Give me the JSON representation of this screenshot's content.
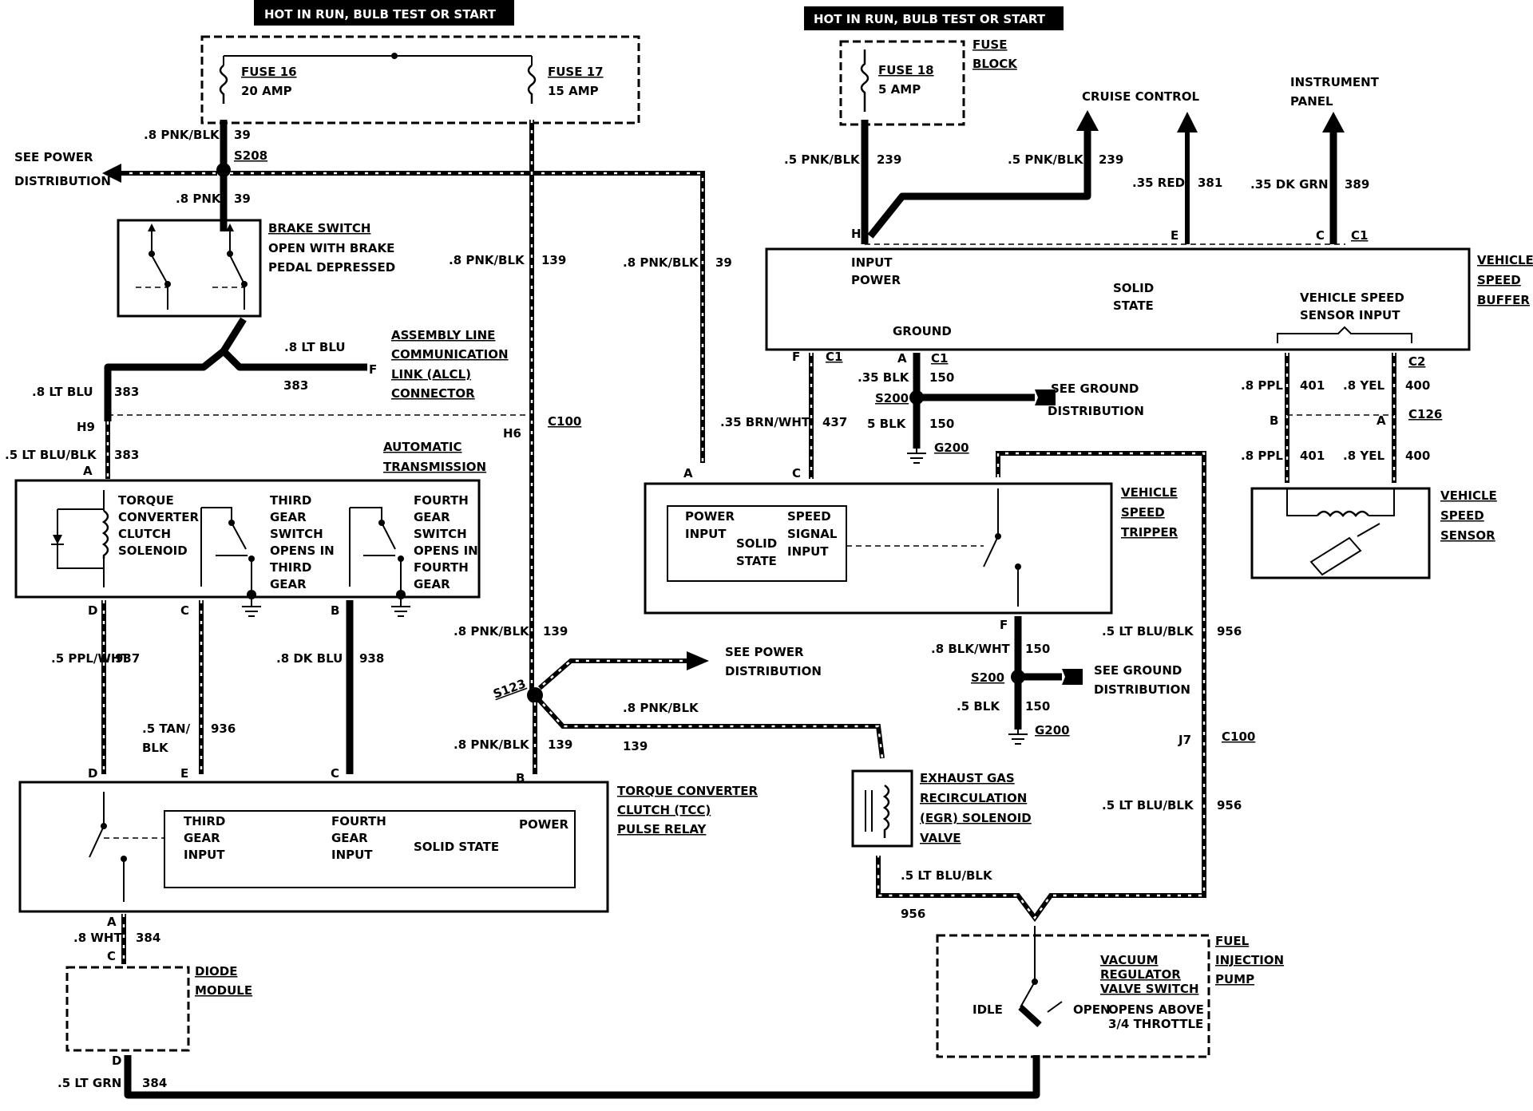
{
  "banners": {
    "left": "HOT IN RUN, BULB TEST OR START",
    "right": "HOT IN RUN, BULB TEST OR START"
  },
  "fuses": {
    "f16": {
      "name": "FUSE 16",
      "rating": "20 AMP"
    },
    "f17": {
      "name": "FUSE 17",
      "rating": "15 AMP"
    },
    "f18": {
      "name": "FUSE 18",
      "rating": "5 AMP"
    },
    "block_line1": "FUSE",
    "block_line2": "BLOCK"
  },
  "wires": {
    "w1": ".8 PNK/BLK",
    "n1": "39",
    "w2": ".8 PNK",
    "n2": "39",
    "w3": ".8 PNK/BLK",
    "n3": "139",
    "w4": ".8 PNK/BLK",
    "n4": "39",
    "w5": ".8 LT BLU",
    "n5": "383",
    "w6": ".8 LT BLU",
    "n6": "383",
    "w7": ".5 LT BLU/BLK",
    "n7": "383",
    "w8": ".5 PPL/WHT",
    "n8": "937",
    "w9a": ".5 TAN/",
    "w9b": "BLK",
    "n9": "936",
    "w10": ".8 DK BLU",
    "n10": "938",
    "w11": ".8 PNK/BLK",
    "n11": "139",
    "w12": ".8 PNK/BLK",
    "n12": "139",
    "w13": ".8 PNK/BLK",
    "n13": "139",
    "w14": ".8 WHT",
    "n14": "384",
    "w15": ".5 LT GRN",
    "n15": "384",
    "w16": ".5 PNK/BLK",
    "n16": "239",
    "w17": ".5 PNK/BLK",
    "n17": "239",
    "w18": ".35 RED",
    "n18": "381",
    "w19": ".35 DK GRN",
    "n19": "389",
    "w20": ".35 BRN/WHT",
    "n20": "437",
    "w21": ".35 BLK",
    "n21": "150",
    "w22": "5 BLK",
    "n22": "150",
    "w23": ".8 PPL",
    "n23": "401",
    "w24": ".8 YEL",
    "n24": "400",
    "w25": ".8 PPL",
    "n25": "401",
    "w26": ".8 YEL",
    "n26": "400",
    "w27": ".5 LT BLU/BLK",
    "n27": "956",
    "w28": ".8 BLK/WHT",
    "n28": "150",
    "w29": ".5 BLK",
    "n29": "150",
    "w30": ".5 LT BLU/BLK",
    "n30": "956",
    "w31": ".5 LT BLU/BLK",
    "n31": "956"
  },
  "splices": {
    "s208": "S208",
    "s123": "S123",
    "s200a": "S200",
    "s200b": "S200",
    "g200a": "G200",
    "g200b": "G200"
  },
  "connectors": {
    "c100a": "C100",
    "c100b": "C100",
    "h6": "H6",
    "h9": "H9",
    "j7": "J7",
    "c1a": "C1",
    "c1b": "C1",
    "c1c": "C1",
    "c2": "C2",
    "c126": "C126",
    "pinA1": "A",
    "pinD1": "D",
    "pinC1": "C",
    "pinB1": "B",
    "pinD2": "D",
    "pinE2": "E",
    "pinC2": "C",
    "pinB2": "B",
    "pinA3": "A",
    "pinC3": "C",
    "pinD3": "D",
    "pinF1": "F",
    "pinH": "H",
    "pinE": "E",
    "pinC4": "C",
    "pinF2": "F",
    "pinA4": "A",
    "pinB4": "B",
    "pinA5": "A",
    "pinA6": "A",
    "pinC5": "C",
    "pinF3": "F"
  },
  "refs": {
    "power1": "SEE POWER",
    "power1b": "DISTRIBUTION",
    "power2": "SEE POWER",
    "power2b": "DISTRIBUTION",
    "ground1": "SEE GROUND",
    "ground1b": "DISTRIBUTION",
    "ground2": "SEE GROUND",
    "ground2b": "DISTRIBUTION",
    "cruise": "CRUISE CONTROL",
    "panel1": "INSTRUMENT",
    "panel2": "PANEL"
  },
  "components": {
    "brake": [
      "BRAKE SWITCH",
      "OPEN WITH BRAKE",
      "PEDAL DEPRESSED"
    ],
    "alcl": [
      "ASSEMBLY LINE",
      "COMMUNICATION",
      "LINK (ALCL)",
      "CONNECTOR"
    ],
    "alcl_pin": "F",
    "auto_trans": [
      "AUTOMATIC",
      "TRANSMISSION"
    ],
    "tcc_solenoid": [
      "TORQUE",
      "CONVERTER",
      "CLUTCH",
      "SOLENOID"
    ],
    "third_switch": [
      "THIRD",
      "GEAR",
      "SWITCH",
      "OPENS IN",
      "THIRD",
      "GEAR"
    ],
    "fourth_switch": [
      "FOURTH",
      "GEAR",
      "SWITCH",
      "OPENS IN",
      "FOURTH",
      "GEAR"
    ],
    "tcc_relay": [
      "TORQUE CONVERTER",
      "CLUTCH (TCC)",
      "PULSE RELAY"
    ],
    "tcc_third": [
      "THIRD",
      "GEAR",
      "INPUT"
    ],
    "tcc_fourth": [
      "FOURTH",
      "GEAR",
      "INPUT"
    ],
    "tcc_solid": "SOLID STATE",
    "tcc_power": "POWER",
    "diode": [
      "DIODE",
      "MODULE"
    ],
    "egr": [
      "EXHAUST GAS",
      "RECIRCULATION",
      "(EGR) SOLENOID",
      "VALVE"
    ],
    "vsb": [
      "VEHICLE",
      "SPEED",
      "BUFFER"
    ],
    "vsb_input": [
      "INPUT",
      "POWER"
    ],
    "vsb_solid": [
      "SOLID",
      "STATE"
    ],
    "vsb_sensor_input": [
      "VEHICLE SPEED",
      "SENSOR INPUT"
    ],
    "vsb_ground": "GROUND",
    "vst": [
      "VEHICLE",
      "SPEED",
      "TRIPPER"
    ],
    "vst_power": [
      "POWER",
      "INPUT"
    ],
    "vst_solid": [
      "SOLID",
      "STATE"
    ],
    "vst_speed": [
      "SPEED",
      "SIGNAL",
      "INPUT"
    ],
    "vss": [
      "VEHICLE",
      "SPEED",
      "SENSOR"
    ],
    "pump": [
      "FUEL",
      "INJECTION",
      "PUMP"
    ],
    "vrv": [
      "VACUUM",
      "REGULATOR",
      "VALVE SWITCH"
    ],
    "idle": "IDLE",
    "open": "OPEN",
    "opens_above": [
      "OPENS ABOVE",
      "3/4 THROTTLE"
    ]
  }
}
